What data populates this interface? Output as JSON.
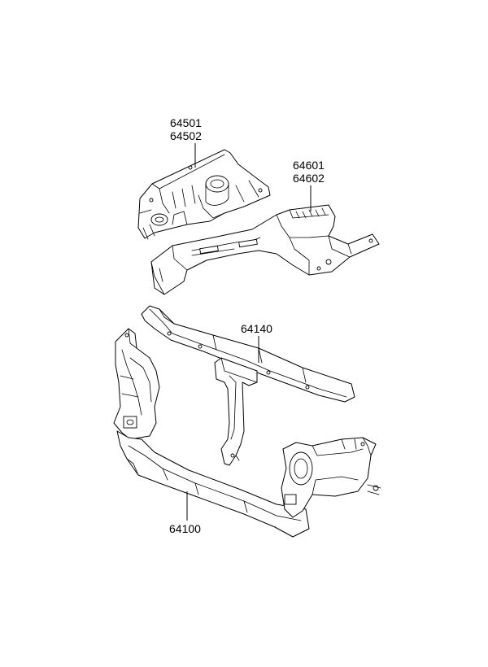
{
  "diagram": {
    "background": "#ffffff",
    "line_color": "#000000",
    "callouts": [
      {
        "id": "fender-apron",
        "numbers": [
          "64501",
          "64502"
        ]
      },
      {
        "id": "front-side-member",
        "numbers": [
          "64601",
          "64602"
        ]
      },
      {
        "id": "upper-crossmember",
        "numbers": [
          "64140"
        ]
      },
      {
        "id": "radiator-support",
        "numbers": [
          "64100"
        ]
      }
    ]
  }
}
